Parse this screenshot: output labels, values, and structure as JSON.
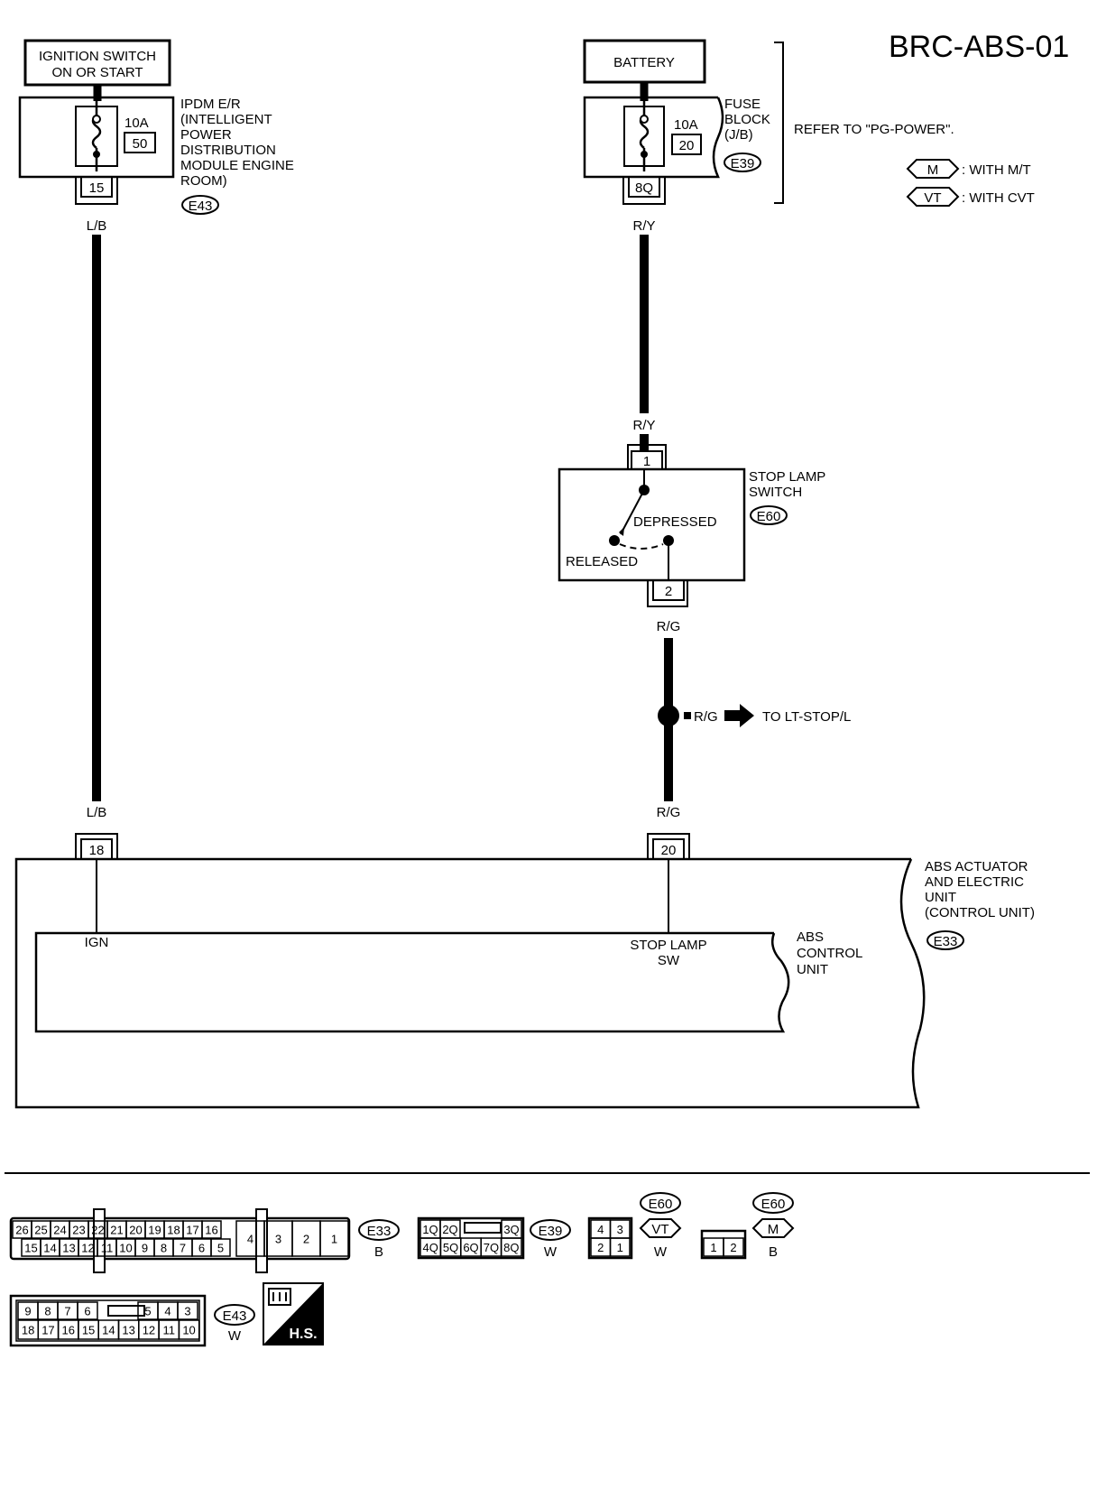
{
  "title": "BRC-ABS-01",
  "ignition_switch": {
    "line1": "IGNITION SWITCH",
    "line2": "ON OR START"
  },
  "ipdm": {
    "fuse_amps": "10A",
    "fuse_number": "50",
    "label": [
      "IPDM E/R",
      "(INTELLIGENT",
      "POWER",
      "DISTRIBUTION",
      "MODULE ENGINE",
      "ROOM)"
    ],
    "terminal": "15",
    "connector": "E43"
  },
  "battery": {
    "label": "BATTERY"
  },
  "fuse_block": {
    "fuse_amps": "10A",
    "fuse_number": "20",
    "label": [
      "FUSE",
      "BLOCK",
      "(J/B)"
    ],
    "terminal": "8Q",
    "connector": "E39",
    "refer": "REFER TO \"PG-POWER\"."
  },
  "legend": [
    {
      "code": "M",
      "text": ": WITH M/T"
    },
    {
      "code": "VT",
      "text": ": WITH CVT"
    }
  ],
  "wires": {
    "left_top": "L/B",
    "left_bottom": "L/B",
    "right_top": "R/Y",
    "right_mid": "R/Y",
    "right_switch_out": "R/G",
    "right_bottom": "R/G",
    "branch": "R/G"
  },
  "stop_lamp_switch": {
    "label": [
      "STOP LAMP",
      "SWITCH"
    ],
    "connector": "E60",
    "terminal_in": "1",
    "terminal_out": "2",
    "depressed": "DEPRESSED",
    "released": "RELEASED"
  },
  "branch_dest": "TO LT-STOP/L",
  "abs_unit": {
    "label": [
      "ABS ACTUATOR",
      "AND ELECTRIC",
      "UNIT",
      "(CONTROL UNIT)"
    ],
    "connector": "E33",
    "terminal_ign": "18",
    "terminal_sw": "20",
    "ign_label": "IGN",
    "sw_label": [
      "STOP LAMP",
      "SW"
    ],
    "control_label": [
      "ABS",
      "CONTROL",
      "UNIT"
    ]
  },
  "connectors": {
    "e33": {
      "top": [
        "26",
        "25",
        "24",
        "23",
        "22",
        "21",
        "20",
        "19",
        "18",
        "17",
        "16"
      ],
      "bottom": [
        "15",
        "14",
        "13",
        "12",
        "11",
        "10",
        "9",
        "8",
        "7",
        "6",
        "5"
      ],
      "large": [
        "4",
        "3",
        "2",
        "1"
      ],
      "code": "E33",
      "color": "B"
    },
    "e39": {
      "top": [
        "1Q",
        "2Q",
        "3Q"
      ],
      "bottom": [
        "4Q",
        "5Q",
        "6Q",
        "7Q",
        "8Q"
      ],
      "code": "E39",
      "color": "W"
    },
    "e60_vt": {
      "top": [
        "4",
        "3"
      ],
      "bottom": [
        "2",
        "1"
      ],
      "code": "E60",
      "variant": "VT",
      "color": "W"
    },
    "e60_m": {
      "cells": [
        "1",
        "2"
      ],
      "code": "E60",
      "variant": "M",
      "color": "B"
    },
    "e43": {
      "top": [
        "9",
        "8",
        "7",
        "6",
        "5",
        "4",
        "3"
      ],
      "bottom": [
        "18",
        "17",
        "16",
        "15",
        "14",
        "13",
        "12",
        "11",
        "10"
      ],
      "code": "E43",
      "color": "W"
    },
    "hs_label": "H.S."
  }
}
